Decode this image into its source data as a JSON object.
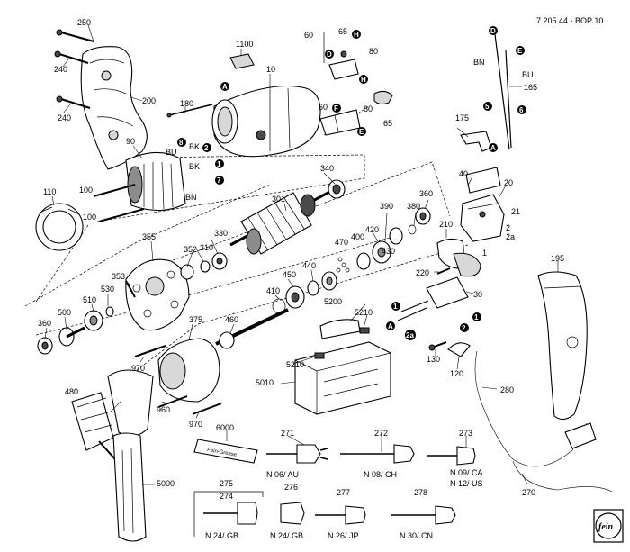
{
  "header": {
    "ref": "7 205 44 - BOP 10"
  },
  "part_numbers": {
    "p250": "250",
    "p240a": "240",
    "p240b": "240",
    "p200": "200",
    "p1100": "1100",
    "p10": "10",
    "p180": "180",
    "p60a": "60",
    "p65a": "65",
    "p80a": "80",
    "p60b": "60",
    "p80b": "80",
    "p65b": "65",
    "p90": "90",
    "p340": "340",
    "p110": "110",
    "p100a": "100",
    "p100b": "100",
    "p301": "301",
    "p175": "175",
    "p165": "165",
    "p40": "40",
    "p20": "20",
    "p21": "21",
    "p1": "1",
    "p2": "2",
    "p2a": "2a",
    "p390": "390",
    "p380": "380",
    "p360a": "360",
    "p210": "210",
    "p420": "420",
    "p430": "430",
    "p470": "470",
    "p400": "400",
    "p220": "220",
    "p355": "355",
    "p352": "352",
    "p310": "310",
    "p330": "330",
    "p353": "353",
    "p450": "450",
    "p440": "440",
    "p410": "410",
    "p30": "30",
    "p530": "530",
    "p510": "510",
    "p500": "500",
    "p360b": "360",
    "p375": "375",
    "p460": "460",
    "p5200": "5200",
    "p5210a": "5210",
    "p5210b": "5210",
    "p5010": "5010",
    "p970a": "970",
    "p970b": "970",
    "p960": "960",
    "p480": "480",
    "p130": "130",
    "p120": "120",
    "p280": "280",
    "p195": "195",
    "p6000": "6000",
    "p271": "271",
    "p272": "272",
    "p273": "273",
    "p5000": "5000",
    "p270": "270",
    "p275": "275",
    "p274": "274",
    "p276": "276",
    "p277": "277",
    "p278": "278"
  },
  "wire_labels": {
    "bu": "BU",
    "bk1": "BK",
    "bk2": "BK",
    "bn": "BN",
    "bn2": "BN",
    "bu2": "BU"
  },
  "plug_labels": {
    "au": "N 06/ AU",
    "ch": "N 08/ CH",
    "ca": "N 09/ CA",
    "us": "N 12/ US",
    "gb1": "N 24/ GB",
    "gb2": "N 24/ GB",
    "jp": "N 26/ JP",
    "cn": "N 30/ CN"
  },
  "markers": {
    "m8": "8",
    "m2a": "2",
    "m1a": "1",
    "m7": "7",
    "mA1": "A",
    "mD1": "D",
    "mH1": "H",
    "mH2": "H",
    "mF": "F",
    "mE1": "E",
    "mD2": "D",
    "mE2": "E",
    "m5": "5",
    "m6": "6",
    "mA2": "A",
    "m1b": "1",
    "mA3": "A",
    "m2b": "2",
    "m1c": "1",
    "m2ab": "2a"
  },
  "grease_text": "Fein-Grease",
  "logo_text": "fein",
  "colors": {
    "marker_fill": "#000000",
    "line": "#000000",
    "background": "#ffffff"
  }
}
